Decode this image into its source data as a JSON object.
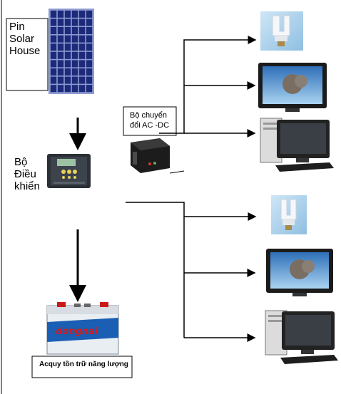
{
  "labels": {
    "solar_panel": [
      "Pin",
      "Solar",
      "House"
    ],
    "controller": [
      "Bộ",
      "Điều",
      "khiển"
    ],
    "converter": [
      "Bộ chuyển",
      "đổi AC -DC"
    ],
    "battery": "Acquy tồn trữ năng lượng"
  },
  "battery_brand": "dongnai",
  "colors": {
    "line": "#000000",
    "panel_cell": "#1d2a7a",
    "panel_frame": "#6f7fbf",
    "battery_body": "#e9eef2",
    "battery_band": "#1a5fb4",
    "battery_brand": "#d41c1c",
    "screen_sky": "#4d8fd1",
    "controller_body": "#2b2f36"
  },
  "icons": [
    "solar-panel-icon",
    "charge-controller-icon",
    "inverter-icon",
    "battery-icon",
    "cfl-bulb-icon",
    "monitor-icon",
    "desktop-computer-icon"
  ]
}
